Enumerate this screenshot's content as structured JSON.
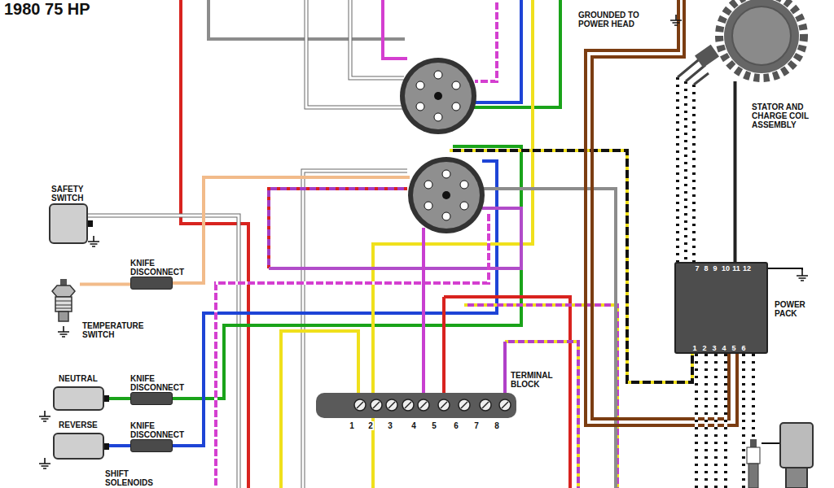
{
  "diagram": {
    "title": "1980 75 HP",
    "nodes": [
      {
        "text": [
          "SAFETY SWITCH"
        ]
      },
      {
        "text": [
          "TEMPERATURE SWITCH"
        ]
      },
      {
        "text": [
          "KNIFE DISCONNECT"
        ]
      },
      {
        "text": [
          "NEUTRAL"
        ]
      },
      {
        "text": [
          "KNIFE DISCONNECT"
        ]
      },
      {
        "text": [
          "REVERSE"
        ]
      },
      {
        "text": [
          "KNIFE DISCONNECT"
        ]
      },
      {
        "text": [
          "TERMINAL BLOCK"
        ]
      },
      {
        "text": [
          "STATOR AND CHARGE COIL ASSEMBLY"
        ]
      },
      {
        "text": [
          "POWER PACK"
        ]
      }
    ],
    "edges": [
      {
        "from": 1,
        "to": 2,
        "arrow": "none"
      },
      {
        "from": 3,
        "to": 4,
        "arrow": "none"
      },
      {
        "from": 5,
        "to": 6,
        "arrow": "none"
      },
      {
        "from": 8,
        "to": 9,
        "arrow": "none"
      }
    ],
    "labels": [
      "GROUNDED TO POWER HEAD",
      "SHIFT SOLENOIDS",
      "7",
      "8",
      "9",
      "10",
      "11",
      "12",
      "1",
      "2",
      "3",
      "4",
      "5",
      "6",
      "1",
      "2",
      "3",
      "4",
      "5",
      "6",
      "7",
      "8"
    ]
  }
}
